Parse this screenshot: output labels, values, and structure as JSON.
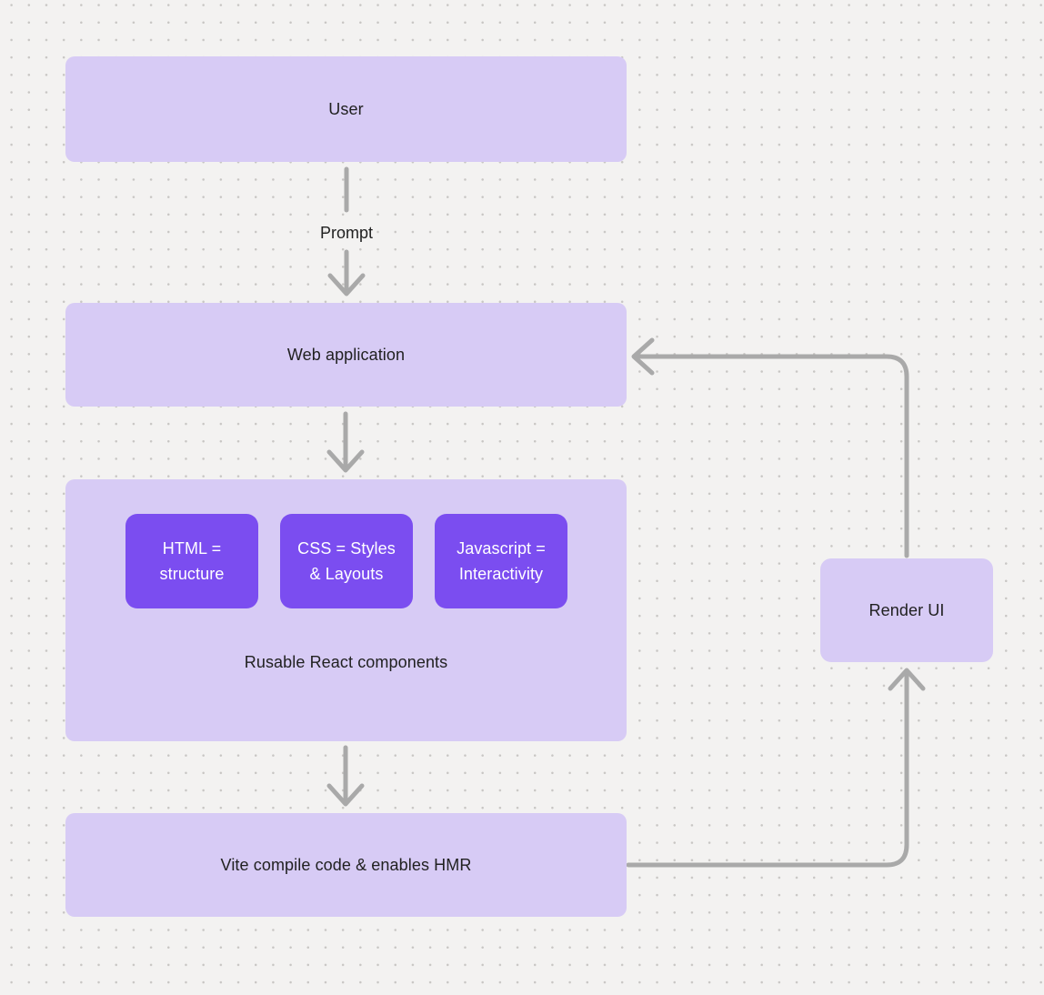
{
  "colors": {
    "canvas_background": "#f3f2f1",
    "dot_grid": "#c8c6c4",
    "node_fill": "#d7cbf5",
    "subnode_fill": "#7b4df0",
    "node_text": "#212121",
    "subnode_text": "#ffffff",
    "connector": "#a9a9a9"
  },
  "diagram": {
    "nodes": {
      "user": {
        "label": "User"
      },
      "web_application": {
        "label": "Web application"
      },
      "components_group": {
        "caption": "Rusable React components",
        "children": [
          {
            "label": "HTML =\nstructure"
          },
          {
            "label": "CSS = Styles\n& Layouts"
          },
          {
            "label": "Javascript =\nInteractivity"
          }
        ]
      },
      "vite": {
        "label": "Vite compile code & enables HMR"
      },
      "render_ui": {
        "label": "Render UI"
      }
    },
    "edges": {
      "user_to_webapp_label": "Prompt"
    }
  }
}
